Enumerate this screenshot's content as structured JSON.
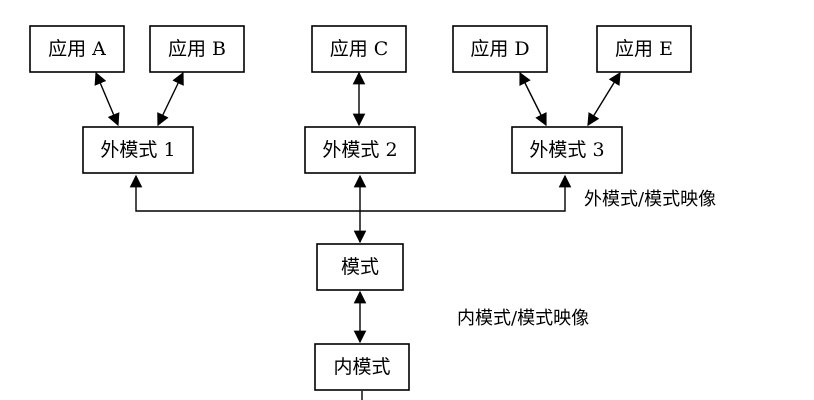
{
  "applications": [
    {
      "label": "应用 A"
    },
    {
      "label": "应用 B"
    },
    {
      "label": "应用 C"
    },
    {
      "label": "应用 D"
    },
    {
      "label": "应用 E"
    }
  ],
  "external_schemas": [
    {
      "label": "外模式 1"
    },
    {
      "label": "外模式 2"
    },
    {
      "label": "外模式 3"
    }
  ],
  "schema": {
    "label": "模式"
  },
  "internal_schema": {
    "label": "内模式"
  },
  "mappings": {
    "external_to_conceptual": "外模式/模式映像",
    "internal_to_conceptual": "内模式/模式映像"
  }
}
